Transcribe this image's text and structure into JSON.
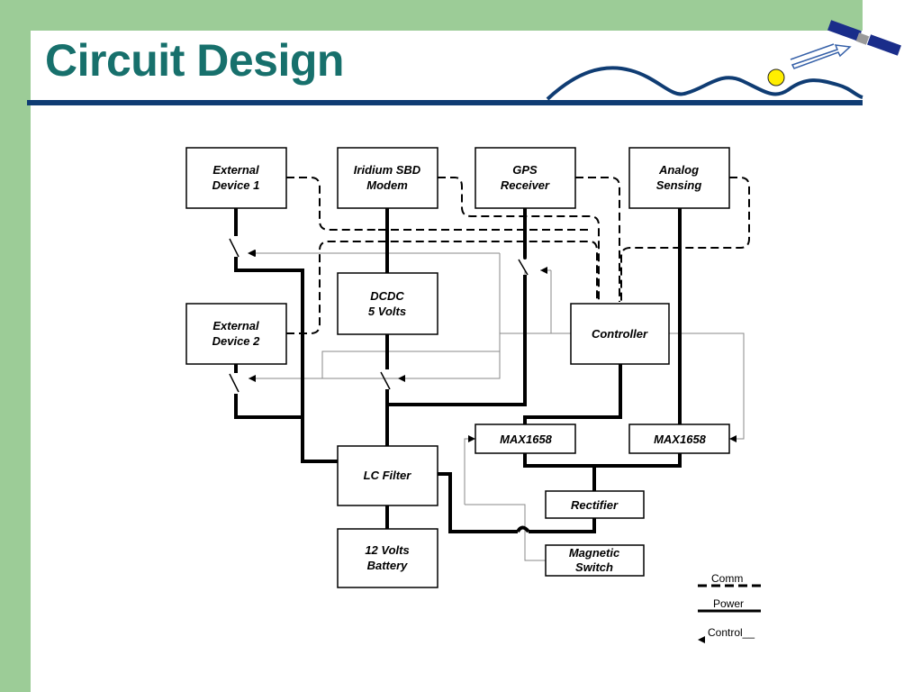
{
  "slide": {
    "title": "Circuit Design",
    "colors": {
      "background_accent": "#9ccc97",
      "title": "#17706c",
      "banner_line": "#0f3c73",
      "satellite": "#1a2d8a",
      "sun": "#ffee00"
    }
  },
  "diagram": {
    "boxes": {
      "ext1": [
        "External",
        "Device 1"
      ],
      "iridium": [
        "Iridium SBD",
        "Modem"
      ],
      "gps": [
        "GPS",
        "Receiver"
      ],
      "analog": [
        "Analog",
        "Sensing"
      ],
      "dcdc": [
        "DCDC",
        "5 Volts"
      ],
      "ext2": [
        "External",
        "Device 2"
      ],
      "controller": [
        "Controller"
      ],
      "max1": [
        "MAX1658"
      ],
      "max2": [
        "MAX1658"
      ],
      "lcfilter": [
        "LC Filter"
      ],
      "rectifier": [
        "Rectifier"
      ],
      "battery": [
        "12 Volts",
        "Battery"
      ],
      "magswitch": [
        "Magnetic",
        "Switch"
      ]
    },
    "legend": {
      "comm": "Comm",
      "power": "Power",
      "control": "Control__"
    }
  }
}
